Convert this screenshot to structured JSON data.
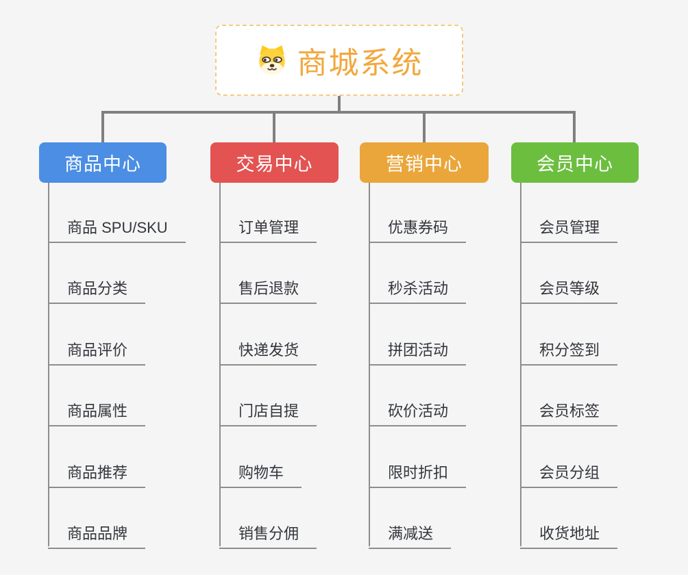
{
  "root": {
    "title": "商城系统",
    "icon": "dog-face-icon",
    "accent_color": "#F1A83E",
    "border_color": "#F3CB84"
  },
  "branches": [
    {
      "label": "商品中心",
      "color": "#4B8EE4",
      "items": [
        "商品 SPU/SKU",
        "商品分类",
        "商品评价",
        "商品属性",
        "商品推荐",
        "商品品牌"
      ]
    },
    {
      "label": "交易中心",
      "color": "#E25352",
      "items": [
        "订单管理",
        "售后退款",
        "快递发货",
        "门店自提",
        "购物车",
        "销售分佣"
      ]
    },
    {
      "label": "营销中心",
      "color": "#EAA63B",
      "items": [
        "优惠券码",
        "秒杀活动",
        "拼团活动",
        "砍价活动",
        "限时折扣",
        "满减送"
      ]
    },
    {
      "label": "会员中心",
      "color": "#6CBE3F",
      "items": [
        "会员管理",
        "会员等级",
        "积分签到",
        "会员标签",
        "会员分组",
        "收货地址"
      ]
    }
  ],
  "connector_color": "#808080",
  "background_color": "#F5F5F6"
}
